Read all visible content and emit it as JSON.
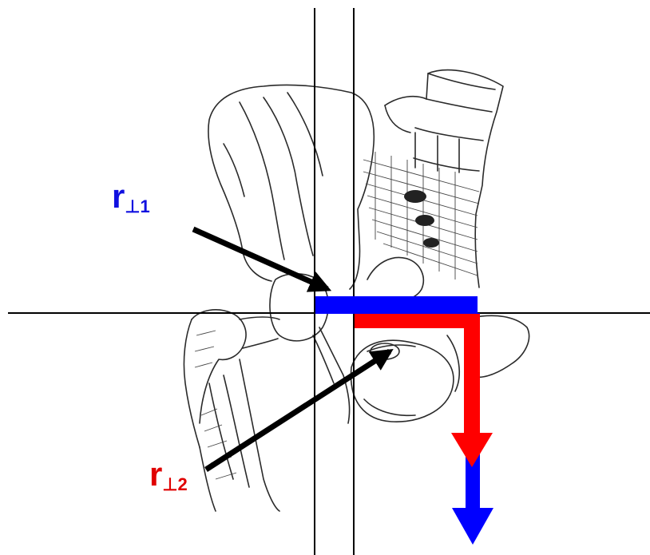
{
  "labels": {
    "r_perp_1": {
      "main": "r",
      "sub": "⊥1",
      "color": "#1010e0"
    },
    "r_perp_2": {
      "main": "r",
      "sub": "⊥2",
      "color": "#e00000"
    }
  },
  "colors": {
    "lever_arm_1": "#0000ff",
    "lever_arm_2": "#ff0000",
    "reference_lines": "#000000",
    "pointer_arrows": "#000000"
  }
}
